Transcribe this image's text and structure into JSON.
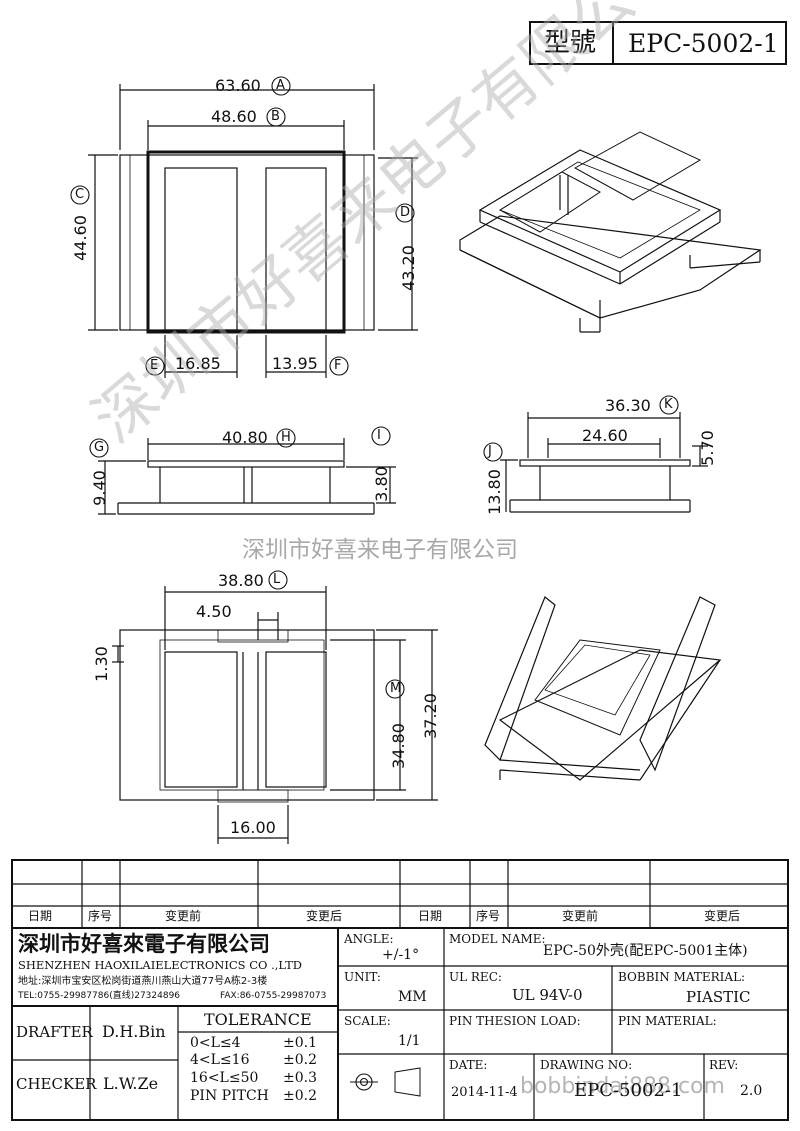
{
  "header": {
    "model_label": "型號",
    "model_value": "EPC-5002-1"
  },
  "dimensions": {
    "A": {
      "value": "63.60",
      "letter": "A"
    },
    "B": {
      "value": "48.60",
      "letter": "B"
    },
    "C": {
      "value": "44.60",
      "letter": "C"
    },
    "D": {
      "value": "43.20",
      "letter": "D"
    },
    "E": {
      "value": "16.85",
      "letter": "E"
    },
    "F": {
      "value": "13.95",
      "letter": "F"
    },
    "G": {
      "value": "9.40",
      "letter": "G"
    },
    "H": {
      "value": "40.80",
      "letter": "H"
    },
    "I": {
      "value": "3.80",
      "letter": "I"
    },
    "J": {
      "value": "13.80",
      "letter": "J"
    },
    "K": {
      "value": "36.30",
      "letter": "K"
    },
    "k_inner": "24.60",
    "k_side": "5.70",
    "L": {
      "value": "38.80",
      "letter": "L"
    },
    "l_small": "4.50",
    "l_side": "1.30",
    "M": {
      "value": "34.80",
      "letter": "M"
    },
    "m_outer": "37.20",
    "bottom": "16.00"
  },
  "watermarks": {
    "company": "深圳市好喜来电子有限公司",
    "site": "bobbindai888.com"
  },
  "titleblock": {
    "rev_headers": [
      "日期",
      "序号",
      "变更前",
      "变更后",
      "日期",
      "序号",
      "变更前",
      "变更后"
    ],
    "company_cn": "深圳市好喜來電子有限公司",
    "company_en": "SHENZHEN HAOXILAIELECTRONICS CO .,LTD",
    "address": "地址:深圳市宝安区松岗街道燕川燕山大道77号A栋2-3楼",
    "tel": "TEL:0755-29987786(直线)27324896",
    "fax": "FAX:86-0755-29987073",
    "drafter_label": "DRAFTER",
    "drafter": "D.H.Bin",
    "checker_label": "CHECKER",
    "checker": "L.W.Ze",
    "tolerance_label": "TOLERANCE",
    "tolerances": [
      {
        "range": "0<L≤4",
        "tol": "±0.1"
      },
      {
        "range": "4<L≤16",
        "tol": "±0.2"
      },
      {
        "range": "16<L≤50",
        "tol": "±0.3"
      },
      {
        "range": "PIN PITCH",
        "tol": "±0.2"
      }
    ],
    "angle_label": "ANGLE:",
    "angle": "+/-1°",
    "unit_label": "UNIT:",
    "unit": "MM",
    "scale_label": "SCALE:",
    "scale": "1/1",
    "model_name_label": "MODEL NAME:",
    "model_name": "EPC-50外壳(配EPC-5001主体)",
    "ul_label": "UL REC:",
    "ul": "UL 94V-0",
    "bobbin_label": "BOBBIN MATERIAL:",
    "bobbin": "PIASTIC",
    "pin_tension_label": "PIN THESION LOAD:",
    "pin_material_label": "PIN MATERIAL:",
    "date_label": "DATE:",
    "date": "2014-11-4",
    "drawing_no_label": "DRAWING NO:",
    "drawing_no": "EPC-5002-1",
    "rev_label": "REV:",
    "rev": "2.0"
  }
}
